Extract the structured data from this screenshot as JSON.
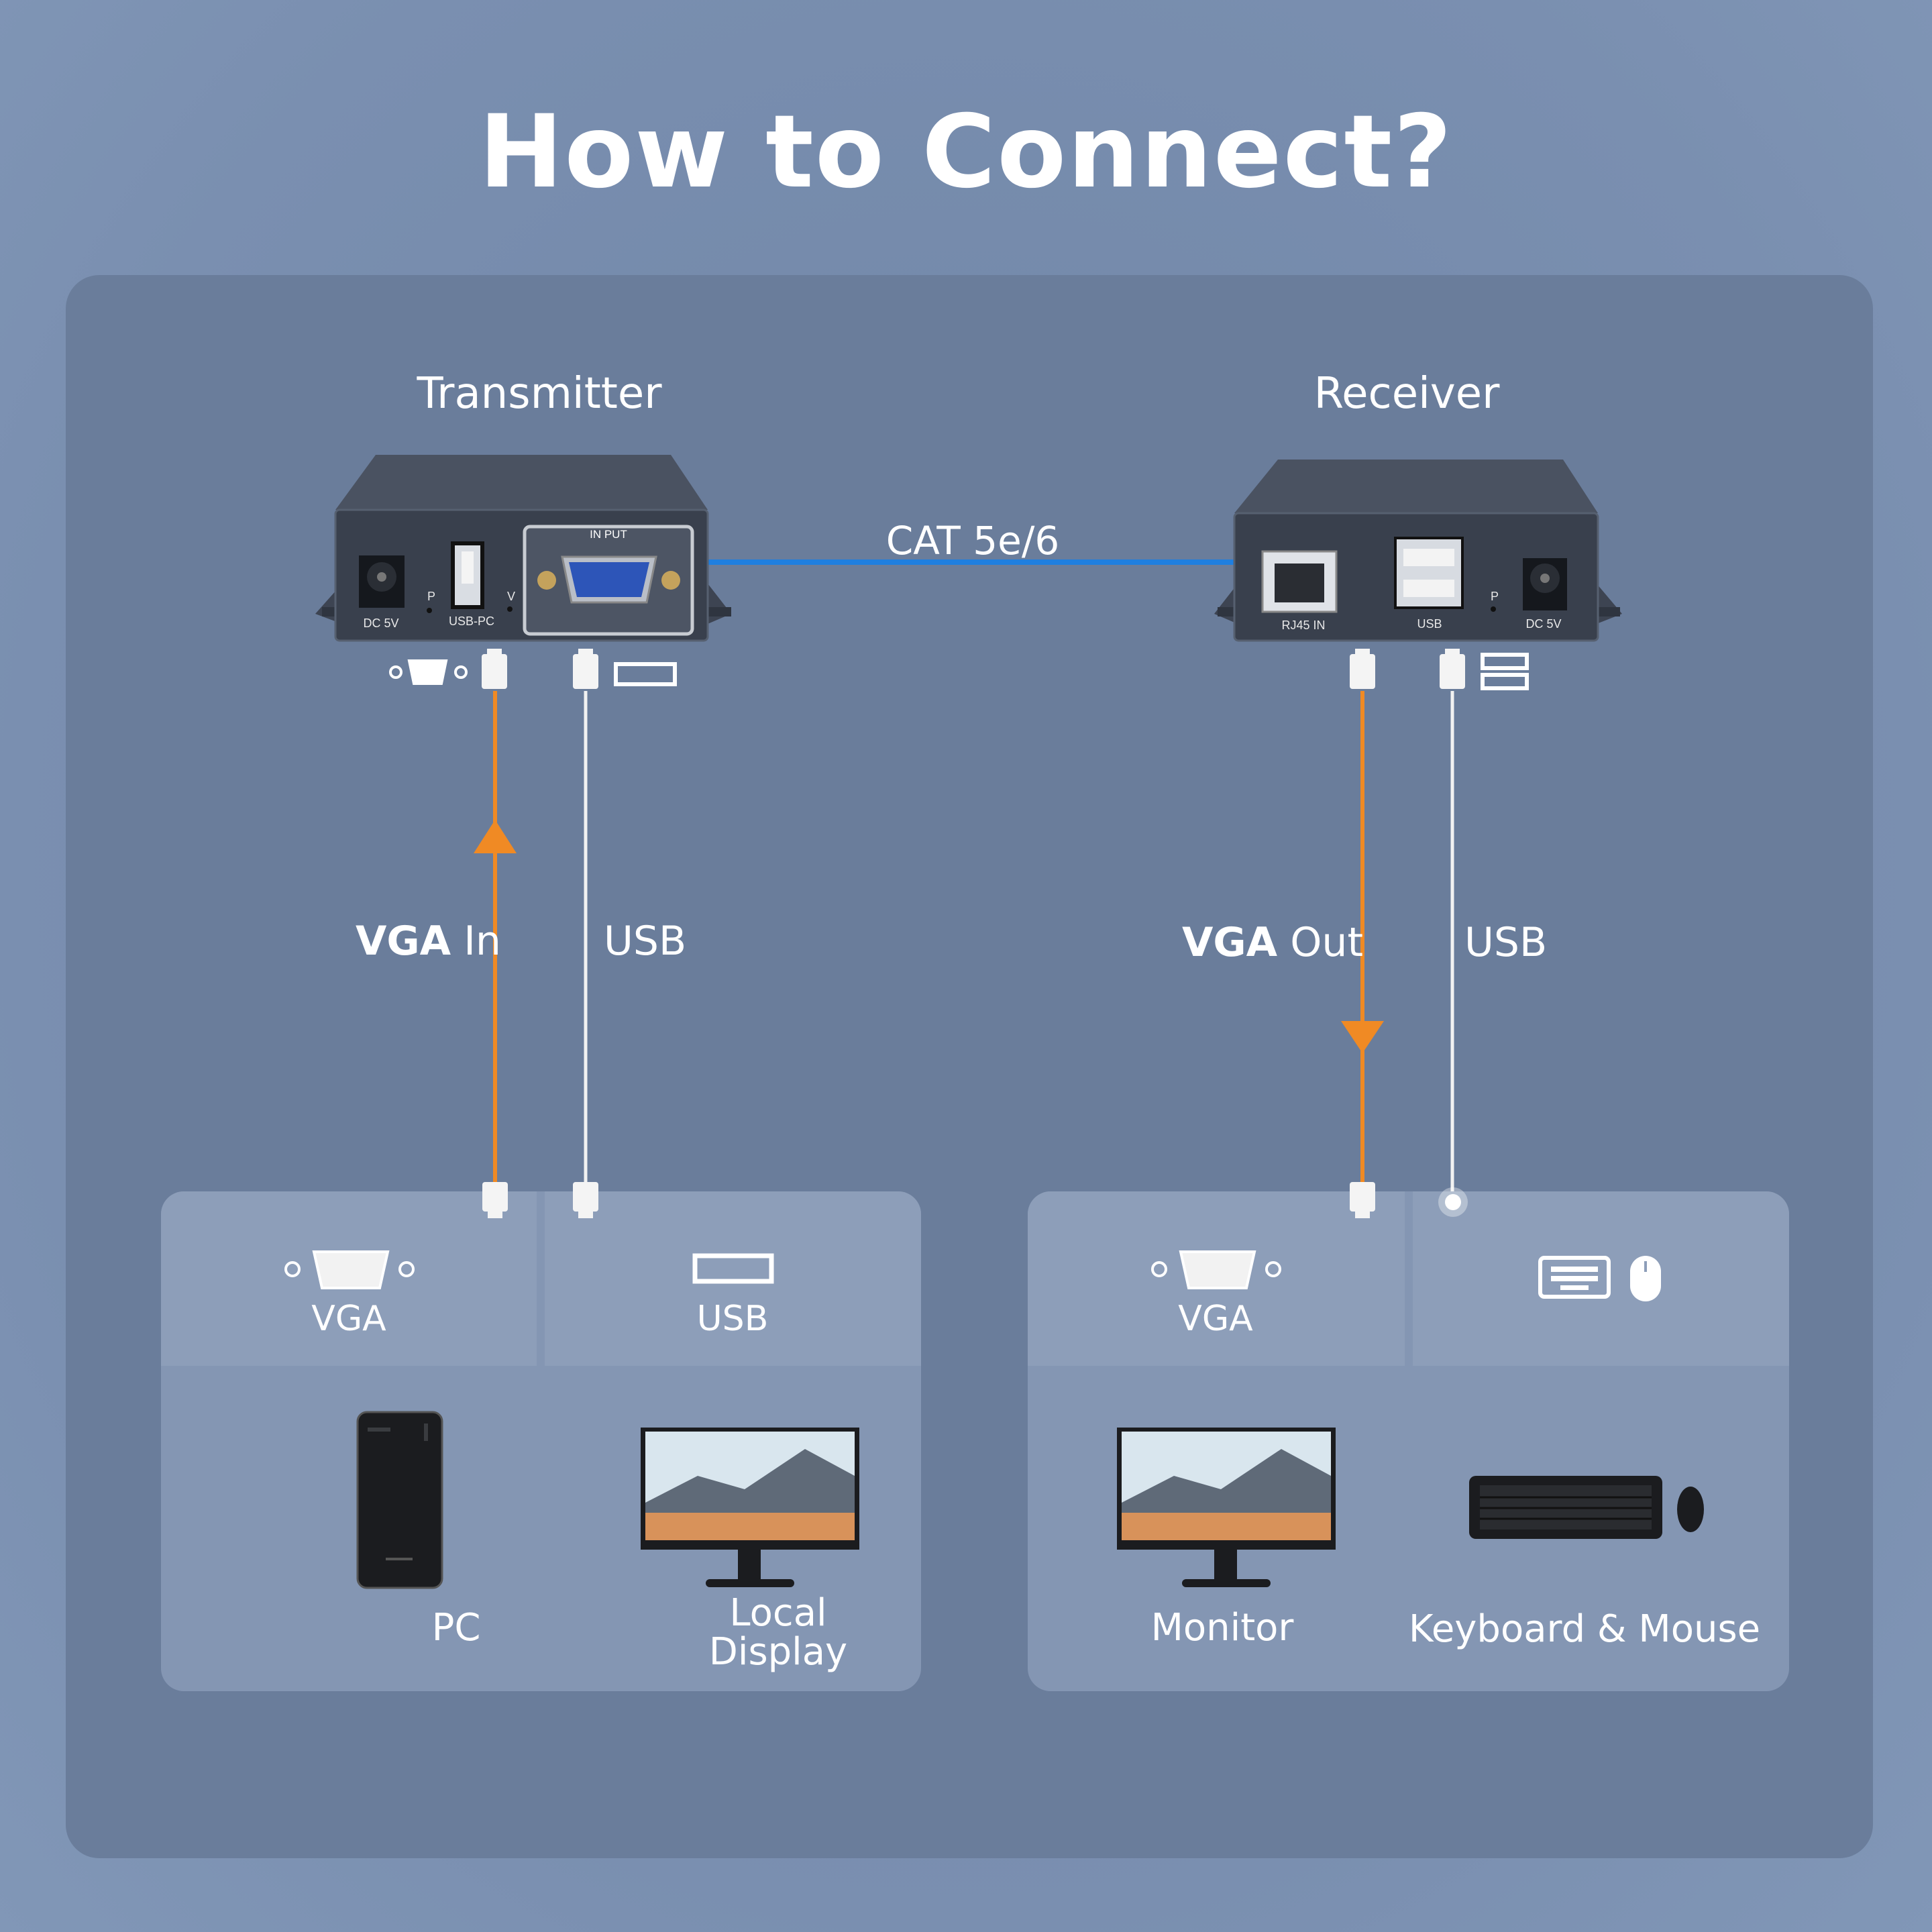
{
  "title": "How to Connect?",
  "transmitter": {
    "label": "Transmitter",
    "ports": {
      "dc": "DC 5V",
      "p": "P",
      "usb_pc": "USB-PC",
      "v": "V",
      "input": "IN PUT"
    }
  },
  "receiver": {
    "label": "Receiver",
    "ports": {
      "rj45": "RJ45  IN",
      "usb": "USB",
      "p": "P",
      "dc": "DC 5V"
    }
  },
  "cable": "CAT 5e/6",
  "left_flows": {
    "vga_bold": "VGA",
    "vga_rest": " In",
    "usb": "USB"
  },
  "right_flows": {
    "vga_bold": "VGA",
    "vga_rest": " Out",
    "usb": "USB"
  },
  "left_box": {
    "port_vga": "VGA",
    "port_usb": "USB",
    "device_pc": "PC",
    "device_display_line1": "Local",
    "device_display_line2": "Display"
  },
  "right_box": {
    "port_vga": "VGA",
    "device_monitor": "Monitor",
    "device_kbm": "Keyboard & Mouse"
  },
  "colors": {
    "vga_line": "#f08a24",
    "usb_line": "#f2f2f2",
    "cat_line": "#1f7fe0"
  }
}
